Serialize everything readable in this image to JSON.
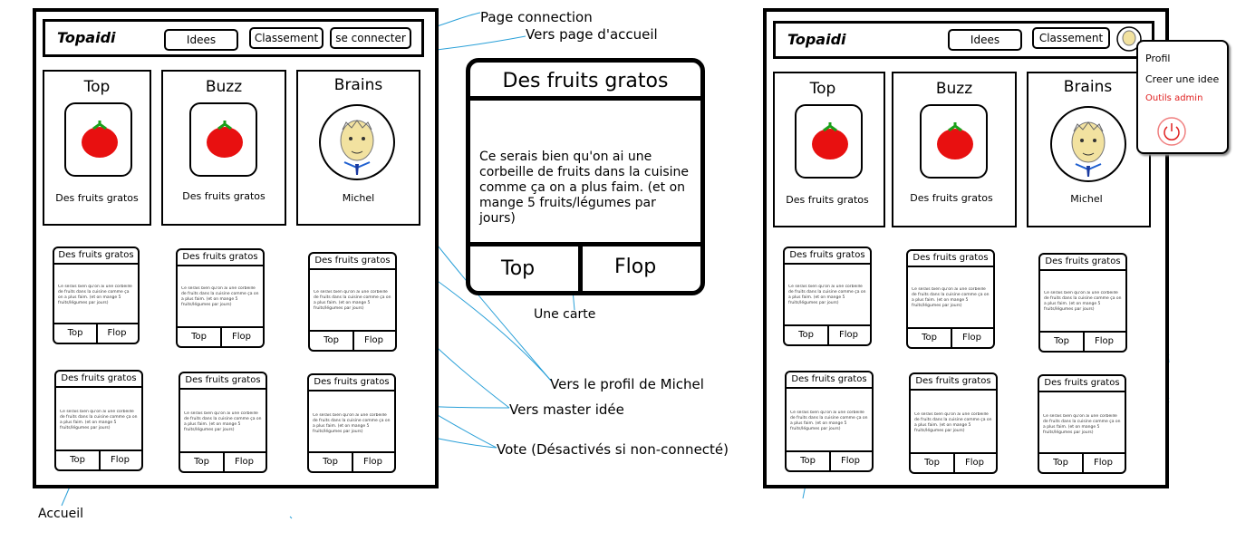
{
  "left_mockup": {
    "logo": "Topaidi",
    "nav": [
      "Idees",
      "Classement",
      "se connecter"
    ],
    "columns": [
      {
        "title": "Top",
        "caption": "Des fruits gratos",
        "image": "tomato-icon"
      },
      {
        "title": "Buzz",
        "caption": "Des fruits gratos",
        "image": "tomato-icon"
      },
      {
        "title": "Brains",
        "caption": "Michel",
        "image": "avatar-icon"
      }
    ]
  },
  "right_mockup": {
    "logo": "Topaidi",
    "nav": [
      "Idees",
      "Classement"
    ],
    "columns": [
      {
        "title": "Top",
        "caption": "Des fruits gratos",
        "image": "tomato-icon"
      },
      {
        "title": "Buzz",
        "caption": "Des fruits gratos",
        "image": "tomato-icon"
      },
      {
        "title": "Brains",
        "caption": "Michel",
        "image": "avatar-icon"
      }
    ],
    "user_menu": {
      "items": [
        "Profil",
        "Creer une idee",
        "Outils admin"
      ],
      "admin_color": "#e02020",
      "icon": "power-icon"
    }
  },
  "mini_card": {
    "title": "Des fruits gratos",
    "body": "Ce serais bien qu'on ai une corbeille de fruits dans la cuisine comme ça on a plus faim. (et on mange 5 fruits/légumes par jours)",
    "top": "Top",
    "flop": "Flop"
  },
  "big_card": {
    "title": "Des fruits gratos",
    "body": "Ce serais bien qu'on ai une corbeille de fruits dans la cuisine comme ça on a plus faim. (et on mange 5 fruits/légumes par jours)",
    "top": "Top",
    "flop": "Flop"
  },
  "annotations": {
    "page_connection": "Page connection",
    "vers_accueil": "Vers page d'accueil",
    "une_carte": "Une carte",
    "vers_profil": "Vers le profil de Michel",
    "vers_master": "Vers master idée",
    "vote": "Vote (Désactivés si non-connecté)",
    "accueil": "Accueil"
  },
  "colors": {
    "line": "#2aa0d8",
    "tomato": "#e81010",
    "leaf": "#1aa01a"
  }
}
